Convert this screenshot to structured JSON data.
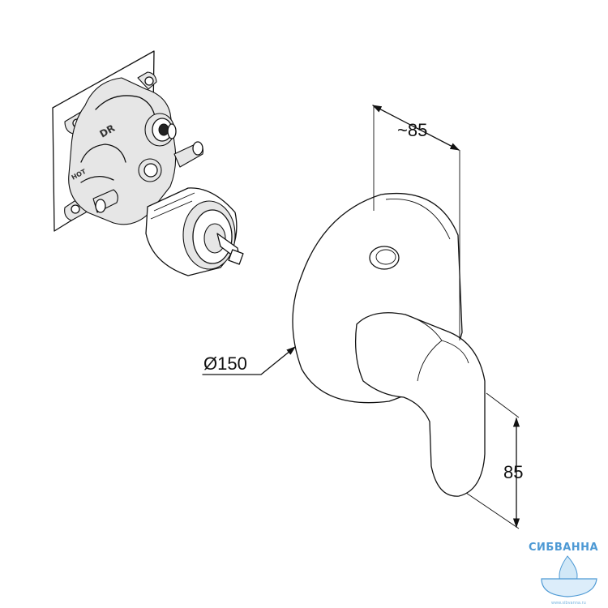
{
  "dimensions": {
    "depth": "~85",
    "diameter": "Ø150",
    "lever_length": "85"
  },
  "body_marks": {
    "top": "DR",
    "side": "HOT"
  },
  "watermark": {
    "brand": "СИБВАННА",
    "url": "www.sibvanna.ru",
    "color": "#3a8fd0"
  }
}
